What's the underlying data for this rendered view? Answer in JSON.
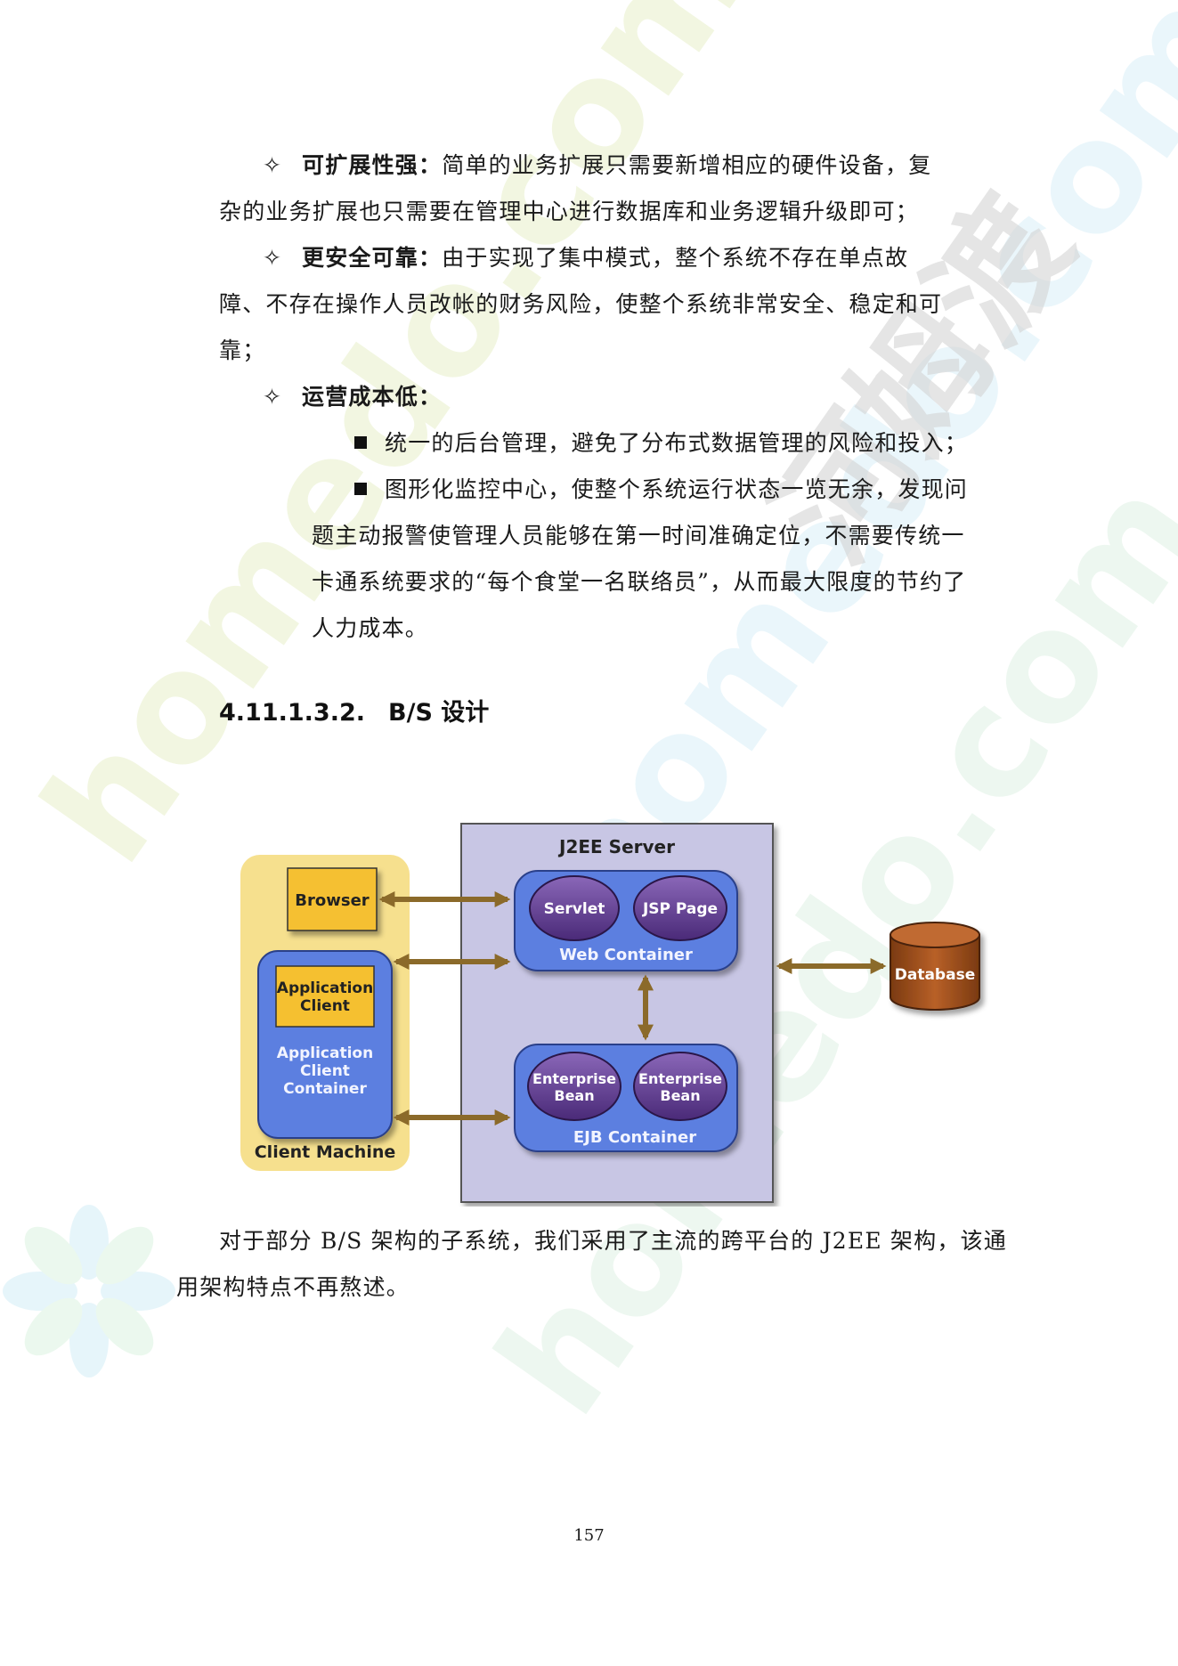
{
  "list_intro": [
    {
      "bullet": "✧",
      "term": "可扩展性强：",
      "first": "简单的业务扩展只需要新增相应的硬件设备，复",
      "rest": [
        "杂的业务扩展也只需要在管理中心进行数据库和业务逻辑升级即可；"
      ]
    },
    {
      "bullet": "✧",
      "term": "更安全可靠：",
      "first": "由于实现了集中模式，整个系统不存在单点故",
      "rest": [
        "障、不存在操作人员改帐的财务风险，使整个系统非常安全、稳定和可",
        "靠；"
      ]
    },
    {
      "bullet": "✧",
      "term": "运营成本低：",
      "first": "",
      "rest": []
    }
  ],
  "sub_items": [
    {
      "first": "统一的后台管理，避免了分布式数据管理的风险和投入；",
      "rest": []
    },
    {
      "first": "图形化监控中心，使整个系统运行状态一览无余，发现问",
      "rest": [
        "题主动报警使管理人员能够在第一时间准确定位，不需要传统一",
        "卡通系统要求的“每个食堂一名联络员”，从而最大限度的节约了",
        "人力成本。"
      ]
    }
  ],
  "heading": {
    "number": "4.11.1.3.2.",
    "title": "B/S 设计"
  },
  "diagram": {
    "server_title": "J2EE Server",
    "browser": "Browser",
    "app_client": [
      "Application",
      "Client"
    ],
    "app_client_container": [
      "Application",
      "Client",
      "Container"
    ],
    "client_machine": "Client Machine",
    "servlet": "Servlet",
    "jsp_page": "JSP Page",
    "web_container": "Web Container",
    "enterprise_bean_1": [
      "Enterprise",
      "Bean"
    ],
    "enterprise_bean_2": [
      "Enterprise",
      "Bean"
    ],
    "ejb_container": "EJB Container",
    "database": "Database"
  },
  "closing_paragraph": [
    "对于部分 B/S 架构的子系统，我们采用了主流的跨平台的 J2EE 架构，该通",
    "用架构特点不再熬述。"
  ],
  "page_number": "157",
  "watermarks": {
    "latin": "homedo.com",
    "chinese": "河姆渡"
  },
  "colors": {
    "server_bg": "#c8c6e4",
    "client_machine_bg": "#f6e08e",
    "container_blue": "#5b7fe0",
    "component_purple": "#5a3a8c",
    "client_box_yellow": "#f5c030",
    "arrow_brown": "#8b6a2a",
    "database_brown": "#a0521f"
  }
}
